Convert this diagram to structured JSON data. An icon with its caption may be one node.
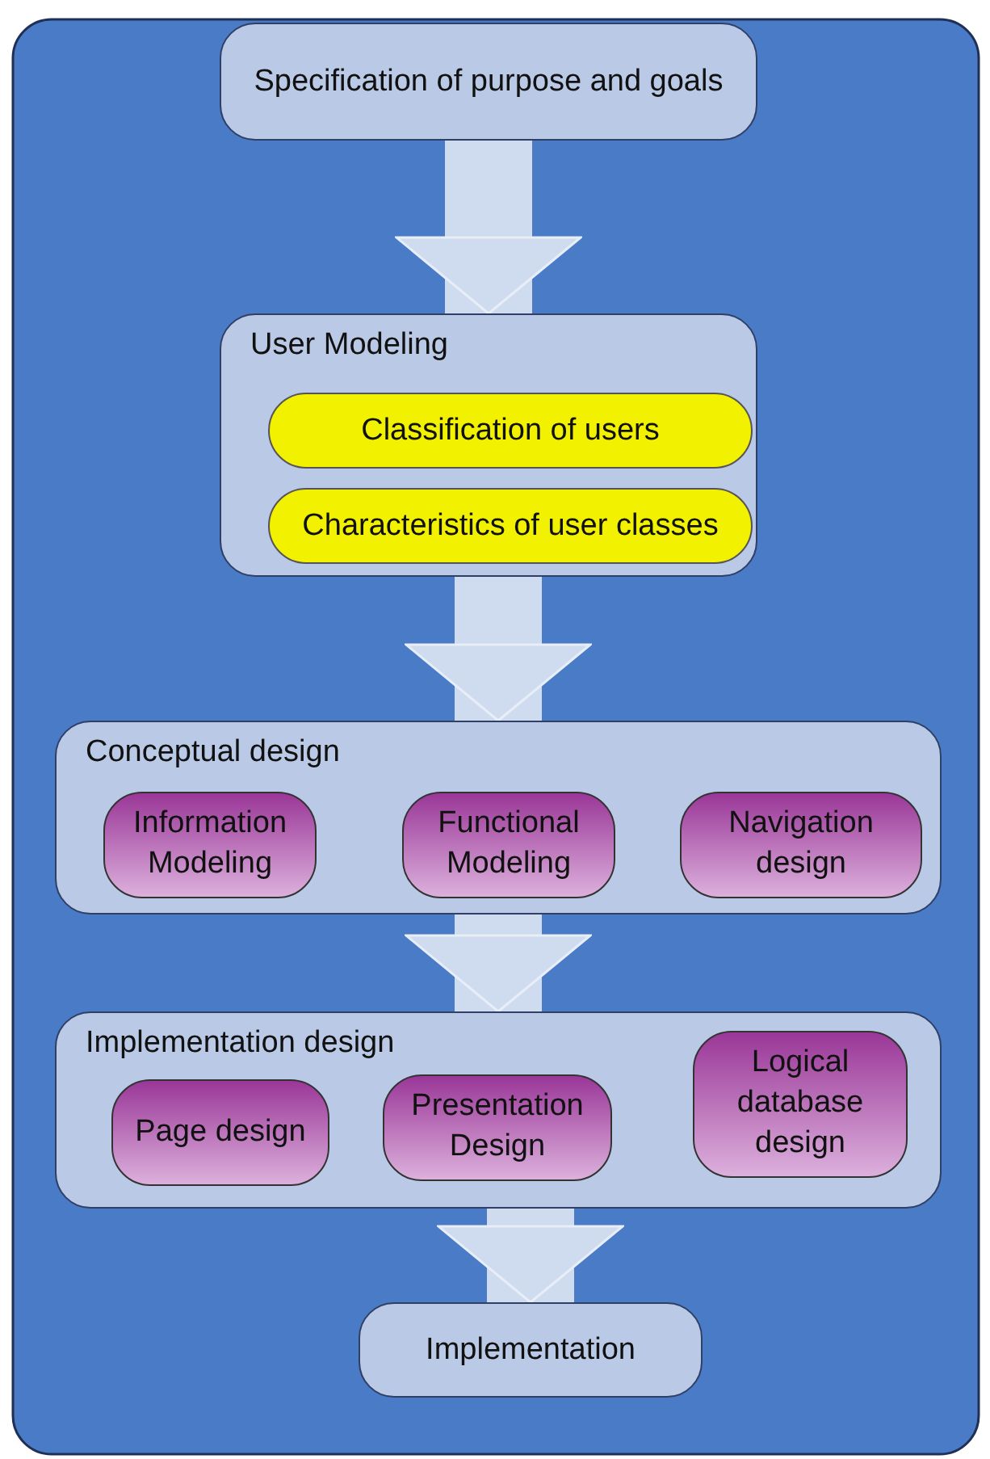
{
  "diagram": {
    "nodes": [
      {
        "text": [
          "Specification of purpose and goals"
        ]
      },
      {
        "text": [
          "User Modeling"
        ]
      },
      {
        "text": [
          "Classification of users"
        ],
        "in": 1
      },
      {
        "text": [
          "Characteristics of user classes"
        ],
        "in": 1
      },
      {
        "text": [
          "Conceptual design"
        ]
      },
      {
        "text": [
          "Information Modeling"
        ],
        "in": 4
      },
      {
        "text": [
          "Functional Modeling"
        ],
        "in": 4
      },
      {
        "text": [
          "Navigation design"
        ],
        "in": 4
      },
      {
        "text": [
          "Implementation design"
        ]
      },
      {
        "text": [
          "Page design"
        ],
        "in": 8
      },
      {
        "text": [
          "Presentation Design"
        ],
        "in": 8
      },
      {
        "text": [
          "Logical database design"
        ],
        "in": 8
      },
      {
        "text": [
          "Implementation"
        ]
      }
    ],
    "edges": [
      {
        "from": 0,
        "to": 1,
        "arrow": "to"
      },
      {
        "from": 1,
        "to": 4,
        "arrow": "to"
      },
      {
        "from": 4,
        "to": 8,
        "arrow": "to"
      },
      {
        "from": 8,
        "to": 12,
        "arrow": "to"
      }
    ]
  }
}
